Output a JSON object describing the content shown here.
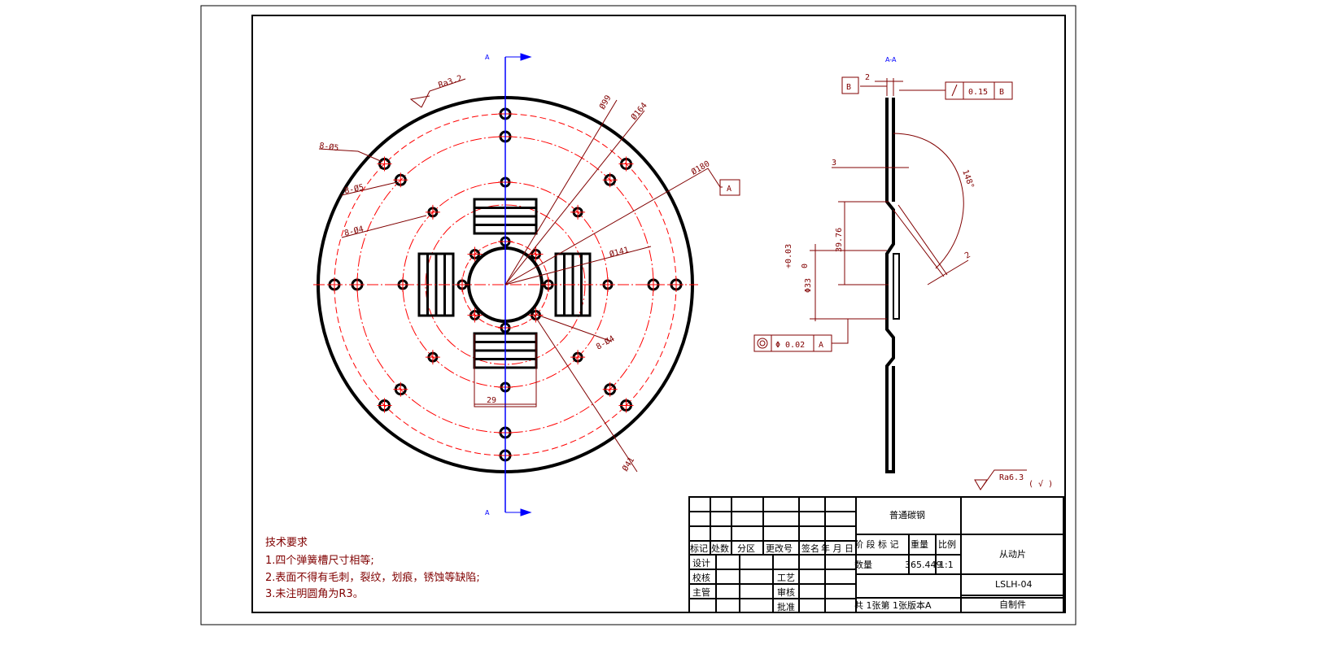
{
  "drawing": {
    "section_label_top": "A",
    "section_label_bottom": "A",
    "section_view_title": "A-A",
    "dimensions": {
      "roughness_main": "Ra3.2",
      "holes_outer": "8-Ø5",
      "holes_second": "8-Ø5",
      "holes_third": "8-Ø4",
      "holes_inner": "8-Ø4",
      "d99": "Ø99",
      "d164": "Ø164",
      "d180": "Ø180",
      "d141": "Ø141",
      "d41": "Ø41",
      "slot_width": "29",
      "datum_a": "A",
      "datum_b": "B",
      "thickness_top": "2",
      "offset_3": "3",
      "angle": "148°",
      "bend_2": "2",
      "d39_76": "39.76",
      "bore": "Φ33",
      "bore_tol_upper": "+0.03",
      "bore_tol_lower": "0",
      "runout_value": "0.15",
      "runout_datum": "B",
      "coax_value": "Φ 0.02",
      "coax_datum": "A",
      "roughness_rest": "Ra6.3",
      "roughness_rest_mark": "( √ )"
    }
  },
  "requirements": {
    "title": "技术要求",
    "items": [
      "1.四个弹簧槽尺寸相等;",
      "2.表面不得有毛刺，裂纹，划痕，锈蚀等缺陷;",
      "3.未注明圆角为R3。"
    ]
  },
  "title_block": {
    "headers": [
      "标记",
      "处数",
      "分区",
      "更改号",
      "签名",
      "年 月 日"
    ],
    "roles": [
      "设计",
      "校核",
      "主管"
    ],
    "process": "工艺",
    "review": "审核",
    "approve": "批准",
    "material": "普通碳钢",
    "stage_mark": "阶 段 标 记",
    "weight_label": "重量",
    "scale_label": "比例",
    "quantity_label": "数量",
    "weight_value": "365.449",
    "scale_value": "1:1",
    "part_name": "从动片",
    "drawing_number": "LSLH-04",
    "make_type": "自制件",
    "sheet_info": "共 1张第 1张版本A"
  },
  "colors": {
    "outline": "#000000",
    "dimension": "#800000",
    "centerline": "#ff0000",
    "section": "#0000ff"
  }
}
